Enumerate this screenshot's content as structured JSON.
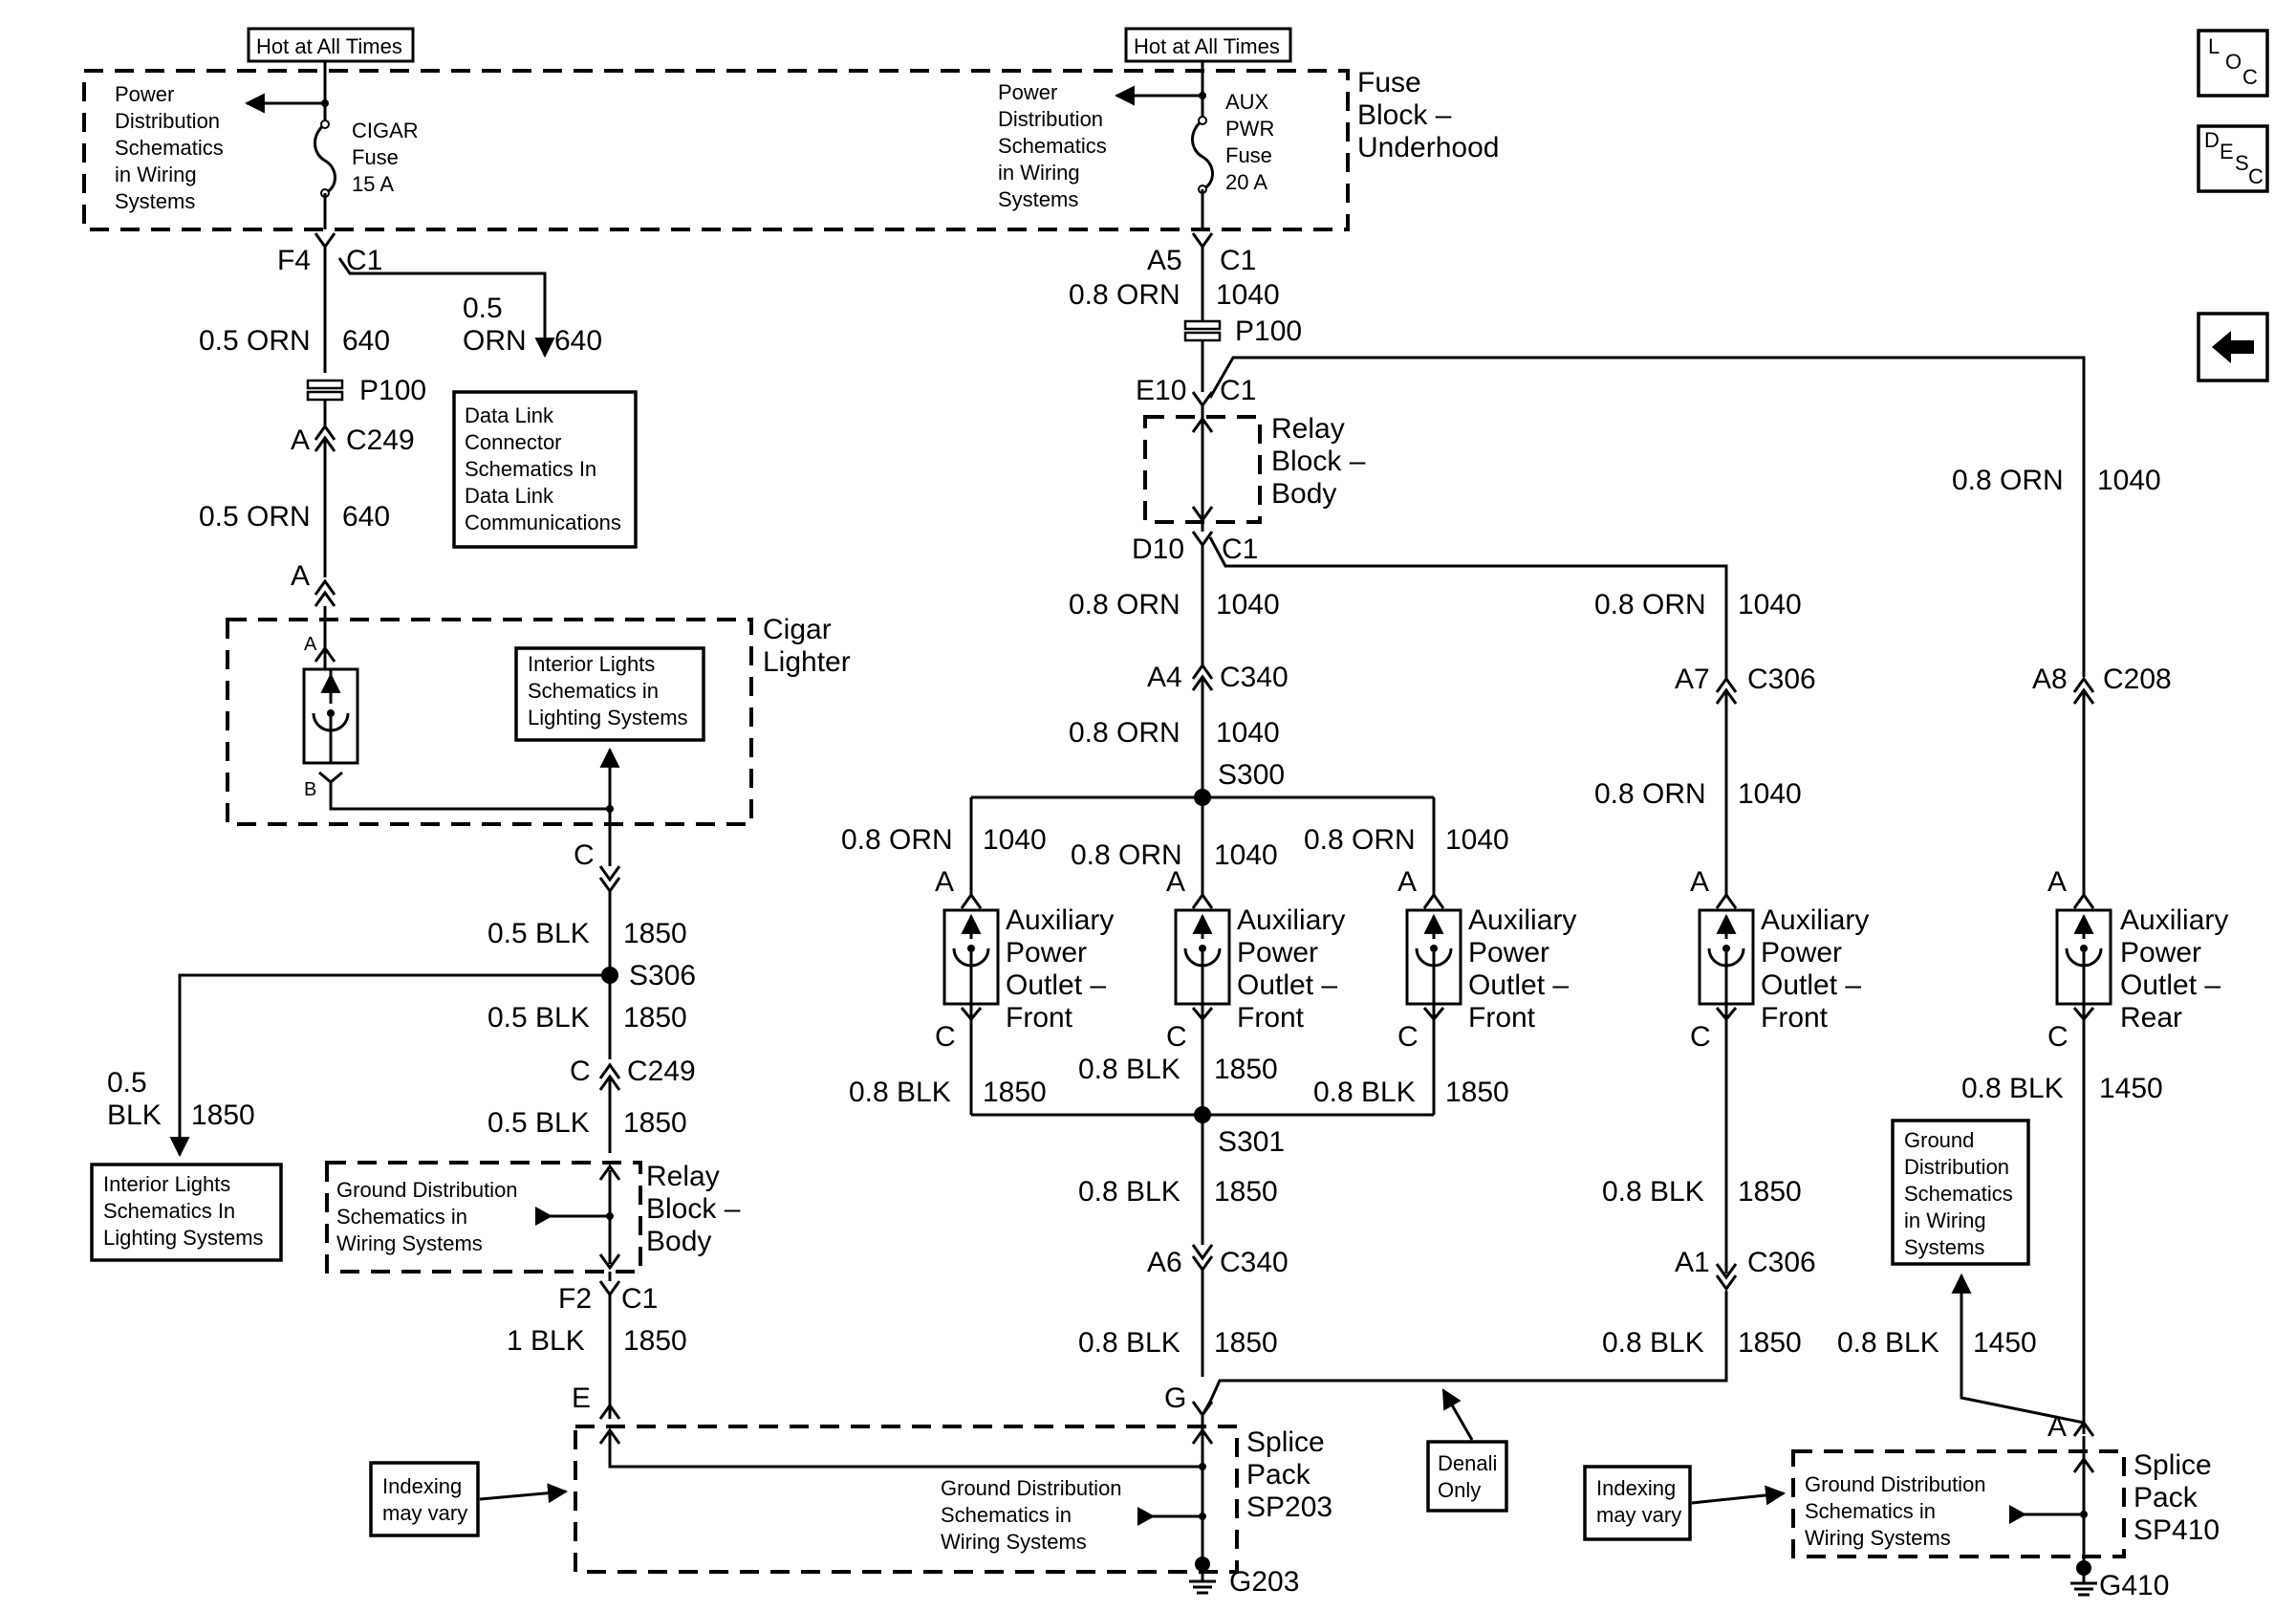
{
  "diagram": {
    "hot_at_all_times": "Hot at All Times",
    "fuse_block_underhood": [
      "Fuse",
      "Block –",
      "Underhood"
    ],
    "power_distribution_ref": [
      "Power",
      "Distribution",
      "Schematics",
      "in Wiring",
      "Systems"
    ],
    "cigar_fuse": [
      "CIGAR",
      "Fuse",
      "15 A"
    ],
    "aux_fuse": [
      "AUX",
      "PWR",
      "Fuse",
      "20 A"
    ],
    "data_link_ref": [
      "Data Link",
      "Connector",
      "Schematics In",
      "Data Link",
      "Communications"
    ],
    "interior_lights_ref": [
      "Interior Lights",
      "Schematics in",
      "Lighting Systems"
    ],
    "interior_lights_ref_2": [
      "Interior Lights",
      "Schematics In",
      "Lighting Systems"
    ],
    "cigar_lighter": [
      "Cigar",
      "Lighter"
    ],
    "relay_block_body": [
      "Relay",
      "Block –",
      "Body"
    ],
    "ground_distribution_ref": [
      "Ground Distribution",
      "Schematics in",
      "Wiring Systems"
    ],
    "ground_distribution_ref_2": [
      "Ground",
      "Distribution",
      "Schematics",
      "in Wiring",
      "Systems"
    ],
    "aux_outlet_front": [
      "Auxiliary",
      "Power",
      "Outlet –",
      "Front"
    ],
    "aux_outlet_rear": [
      "Auxiliary",
      "Power",
      "Outlet –",
      "Rear"
    ],
    "splice_pack_sp203": [
      "Splice",
      "Pack",
      "SP203"
    ],
    "splice_pack_sp410": [
      "Splice",
      "Pack",
      "SP410"
    ],
    "indexing_may_vary": [
      "Indexing",
      "may vary"
    ],
    "denali_only": [
      "Denali",
      "Only"
    ],
    "grounds": {
      "g203": "G203",
      "g410": "G410"
    },
    "splices": {
      "s306": "S306",
      "s300": "S300",
      "s301": "S301"
    },
    "connectors": {
      "f4": "F4",
      "c1": "C1",
      "p100": "P100",
      "a": "A",
      "b": "B",
      "c": "C",
      "c249": "C249",
      "a5": "A5",
      "e10": "E10",
      "d10": "D10",
      "a4": "A4",
      "c340": "C340",
      "a7": "A7",
      "c306": "C306",
      "a8": "A8",
      "c208": "C208",
      "f2": "F2",
      "e": "E",
      "g": "G",
      "a6": "A6",
      "a1": "A1"
    },
    "wires": {
      "orn05": "0.5 ORN",
      "orn08": "0.8 ORN",
      "blk05": "0.5 BLK",
      "blk08": "0.8 BLK",
      "blk1": "1 BLK",
      "half": "0.5",
      "orn": "ORN",
      "blk": "BLK",
      "c640": "640",
      "c1040": "1040",
      "c1850": "1850",
      "c1450": "1450"
    }
  },
  "nav": {
    "loc": {
      "l": "L",
      "o": "O",
      "c": "C"
    },
    "desc": {
      "d": "D",
      "e": "E",
      "s": "S",
      "c": "C"
    },
    "back_icon": "left-arrow-icon"
  }
}
